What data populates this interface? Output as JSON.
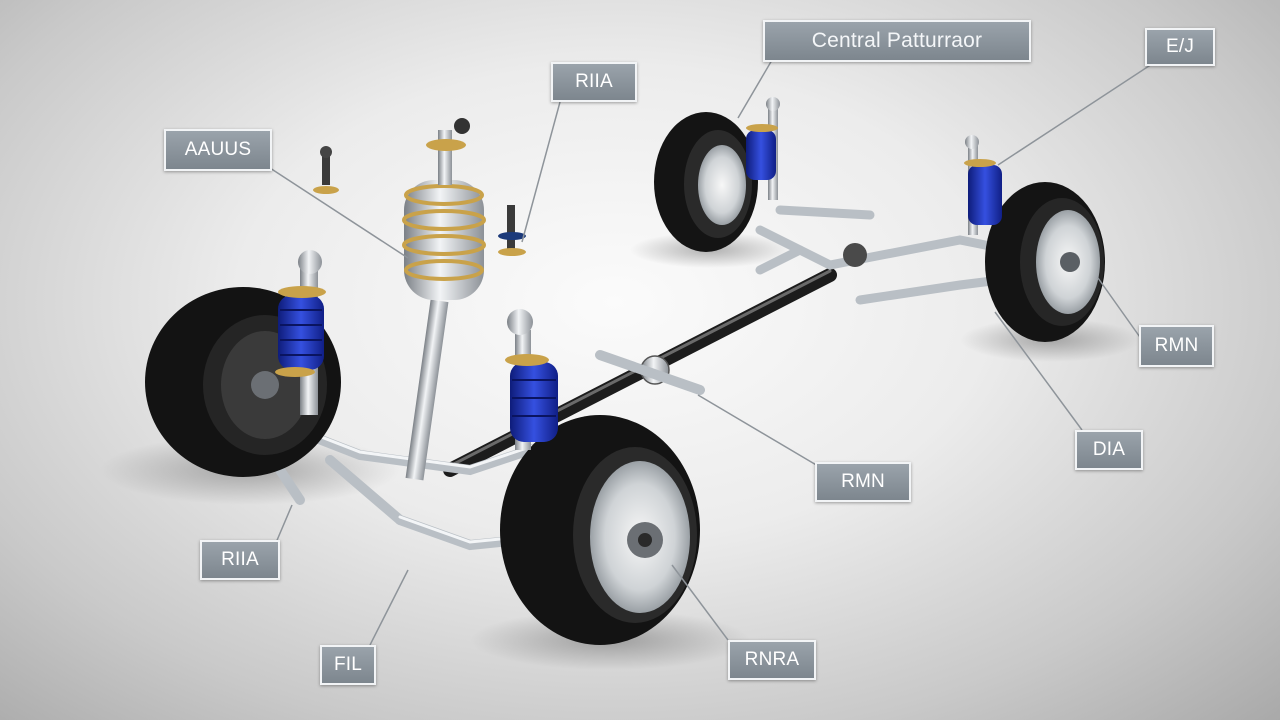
{
  "labels": {
    "central": "Central Patturraor",
    "top_right": "E/J",
    "top_center": "RIIA",
    "top_left": "AAUUS",
    "right_upper": "RMN",
    "right_lower": "DIA",
    "center_right": "RMN",
    "bottom_left": "RIIA",
    "bottom_left_low": "FIL",
    "bottom_center": "RNRA"
  },
  "colors": {
    "label_fill": "#8a939b",
    "spring_blue": "#1f33b0",
    "spring_chrome": "#d6d6d6",
    "tire": "#151515",
    "metal": "#c9ced3"
  }
}
